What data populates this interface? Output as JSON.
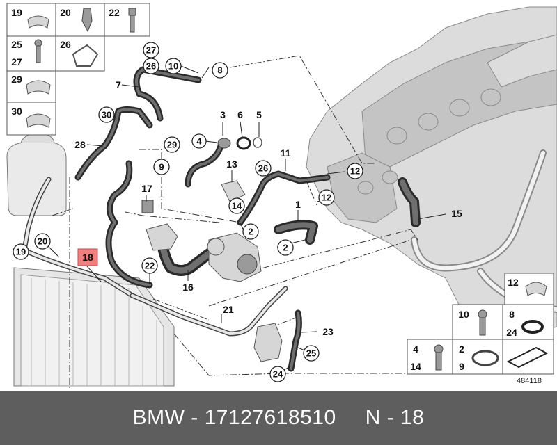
{
  "callouts": {
    "c27": "27",
    "c26a": "26",
    "c10": "10",
    "c8": "8",
    "c30": "30",
    "c29": "29",
    "c9": "9",
    "c26b": "26",
    "c12a": "12",
    "c12b": "12",
    "c14": "14",
    "c2a": "2",
    "c2b": "2",
    "c20": "20",
    "c19": "19",
    "c22": "22",
    "c24": "24",
    "c25": "25"
  },
  "labels": {
    "l7": "7",
    "l28": "28",
    "l3": "3",
    "l6": "6",
    "l5": "5",
    "l4": "4",
    "l11": "11",
    "l13": "13",
    "l17": "17",
    "l1": "1",
    "l15": "15",
    "l18": "18",
    "l16": "16",
    "l21": "21",
    "l23": "23"
  },
  "grid_left": {
    "g19": "19",
    "g20": "20",
    "g22": "22",
    "g25": "25",
    "g27": "27",
    "g26": "26",
    "g29": "29",
    "g30": "30"
  },
  "grid_right": {
    "g12": "12",
    "g10": "10",
    "g8": "8",
    "g24": "24",
    "g4": "4",
    "g14": "14",
    "g2": "2",
    "g9": "9"
  },
  "diagram_number": "484118",
  "banner": {
    "part_text": "BMW - 17127618510",
    "ref_text": "N - 18"
  },
  "colors": {
    "highlight": "#f08080",
    "banner_bg": "#5e5e5e"
  }
}
